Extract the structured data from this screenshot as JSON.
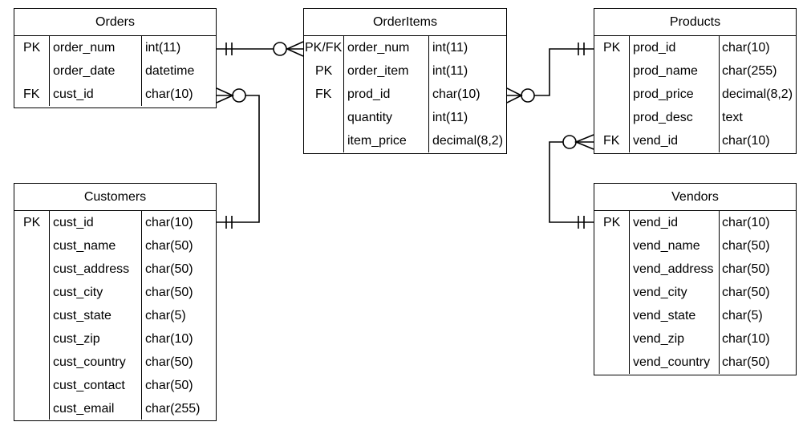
{
  "tables": {
    "orders": {
      "name": "Orders",
      "rows": [
        {
          "key": "PK",
          "field": "order_num",
          "type": "int(11)"
        },
        {
          "key": "",
          "field": "order_date",
          "type": "datetime"
        },
        {
          "key": "FK",
          "field": "cust_id",
          "type": "char(10)"
        }
      ]
    },
    "orderitems": {
      "name": "OrderItems",
      "rows": [
        {
          "key": "PK/FK",
          "field": "order_num",
          "type": "int(11)"
        },
        {
          "key": "PK",
          "field": "order_item",
          "type": "int(11)"
        },
        {
          "key": "FK",
          "field": "prod_id",
          "type": "char(10)"
        },
        {
          "key": "",
          "field": "quantity",
          "type": "int(11)"
        },
        {
          "key": "",
          "field": "item_price",
          "type": "decimal(8,2)"
        }
      ]
    },
    "products": {
      "name": "Products",
      "rows": [
        {
          "key": "PK",
          "field": "prod_id",
          "type": "char(10)"
        },
        {
          "key": "",
          "field": "prod_name",
          "type": "char(255)"
        },
        {
          "key": "",
          "field": "prod_price",
          "type": "decimal(8,2)"
        },
        {
          "key": "",
          "field": "prod_desc",
          "type": "text"
        },
        {
          "key": "FK",
          "field": "vend_id",
          "type": "char(10)"
        }
      ]
    },
    "customers": {
      "name": "Customers",
      "rows": [
        {
          "key": "PK",
          "field": "cust_id",
          "type": "char(10)"
        },
        {
          "key": "",
          "field": "cust_name",
          "type": "char(50)"
        },
        {
          "key": "",
          "field": "cust_address",
          "type": "char(50)"
        },
        {
          "key": "",
          "field": "cust_city",
          "type": "char(50)"
        },
        {
          "key": "",
          "field": "cust_state",
          "type": "char(5)"
        },
        {
          "key": "",
          "field": "cust_zip",
          "type": "char(10)"
        },
        {
          "key": "",
          "field": "cust_country",
          "type": "char(50)"
        },
        {
          "key": "",
          "field": "cust_contact",
          "type": "char(50)"
        },
        {
          "key": "",
          "field": "cust_email",
          "type": "char(255)"
        }
      ]
    },
    "vendors": {
      "name": "Vendors",
      "rows": [
        {
          "key": "PK",
          "field": "vend_id",
          "type": "char(10)"
        },
        {
          "key": "",
          "field": "vend_name",
          "type": "char(50)"
        },
        {
          "key": "",
          "field": "vend_address",
          "type": "char(50)"
        },
        {
          "key": "",
          "field": "vend_city",
          "type": "char(50)"
        },
        {
          "key": "",
          "field": "vend_state",
          "type": "char(5)"
        },
        {
          "key": "",
          "field": "vend_zip",
          "type": "char(10)"
        },
        {
          "key": "",
          "field": "vend_country",
          "type": "char(50)"
        }
      ]
    }
  },
  "relationships": [
    {
      "from": "orders.order_num",
      "from_end": "exactly-one",
      "to": "orderitems.order_num",
      "to_end": "zero-or-many"
    },
    {
      "from": "customers.cust_id",
      "from_end": "exactly-one",
      "to": "orders.cust_id",
      "to_end": "zero-or-many"
    },
    {
      "from": "products.prod_id",
      "from_end": "exactly-one",
      "to": "orderitems.prod_id",
      "to_end": "zero-or-many"
    },
    {
      "from": "vendors.vend_id",
      "from_end": "exactly-one",
      "to": "products.vend_id",
      "to_end": "zero-or-many"
    }
  ],
  "colors": {
    "line": "#000000",
    "background": "#ffffff"
  }
}
